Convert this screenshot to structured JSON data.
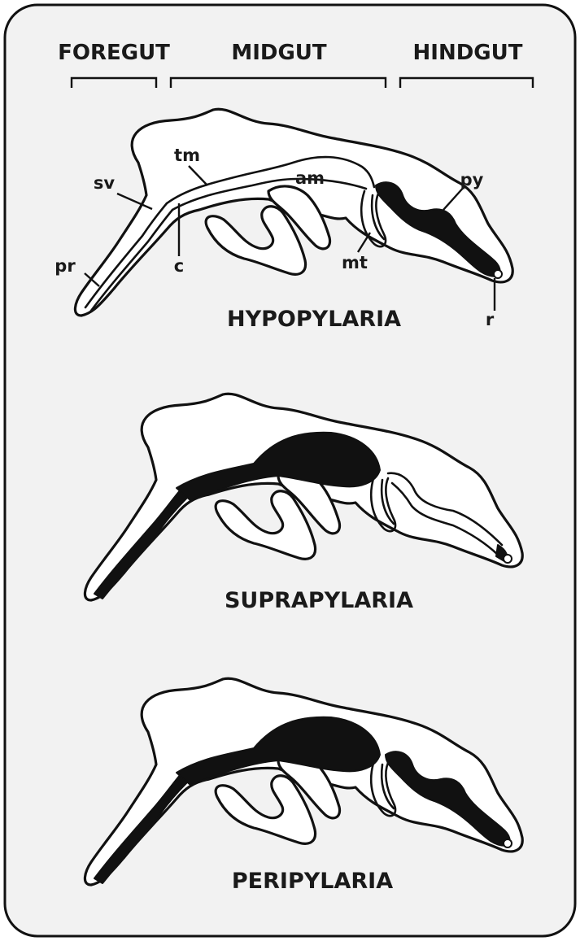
{
  "regions": [
    "FOREGUT",
    "MIDGUT",
    "HINDGUT"
  ],
  "labels": {
    "pr": "pr",
    "sv": "sv",
    "tm": "tm",
    "c": "c",
    "am": "am",
    "mt": "mt",
    "py": "py",
    "r": "r"
  },
  "panels": [
    {
      "title": "HYPOPYLARIA"
    },
    {
      "title": "SUPRAPYLARIA"
    },
    {
      "title": "PERIPYLARIA"
    }
  ]
}
